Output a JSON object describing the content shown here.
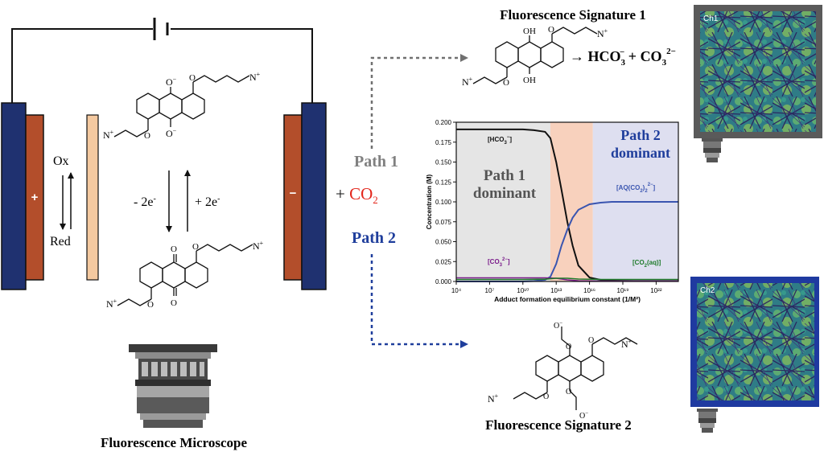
{
  "colors": {
    "electrode_navy": "#1f3170",
    "electrode_copper": "#b34e2b",
    "membrane": "#f4c9a0",
    "path1_gray": "#808080",
    "path2_blue": "#1f3e9c",
    "co2_red": "#e3261b",
    "region1_gray": "#e5e5e5",
    "region_mid_salmon": "#f8d1bd",
    "region2_lavender": "#dedff0",
    "hco3_black": "#111111",
    "aq_co2_blue": "#3a55b0",
    "co3_purple": "#7a1a8a",
    "co2aq_green": "#1e7a2a"
  },
  "cell": {
    "anode_sign": "+",
    "cathode_sign": "−",
    "ox_label": "Ox",
    "red_label": "Red",
    "minus_2e": "- 2e",
    "plus_2e": "+ 2e",
    "electron_superscript": "-",
    "microscope_label": "Fluorescence Microscope"
  },
  "center": {
    "plus_co2_prefix": "+ ",
    "co2_label": "CO",
    "co2_subscript": "2",
    "path1_label": "Path 1",
    "path2_label": "Path 2"
  },
  "signature1": {
    "title": "Fluorescence Signature 1",
    "arrow": "→",
    "product_hco3": "HCO",
    "hco3_sub": "3",
    "hco3_sup": "−",
    "plus": " + ",
    "product_co3": "CO",
    "co3_sub": "3",
    "co3_sup": "2−",
    "oh_top": "OH",
    "oh_bottom": "OH"
  },
  "signature2": {
    "title": "Fluorescence Signature 2",
    "o_label": "O"
  },
  "molecules": {
    "o_minus": "O",
    "o_minus_sup": "−",
    "n_plus": "N",
    "n_plus_sup": "+",
    "o": "O",
    "carbonyl_o": "O"
  },
  "images": {
    "ch1_label": "Ch1",
    "ch2_label": "Ch2"
  },
  "chart_data": {
    "type": "line",
    "x_scale": "log",
    "xlabel": "Adduct formation equilibrium constant (1/M²)",
    "ylabel": "Concentration (M)",
    "xlim": [
      10000.0,
      1e+24
    ],
    "ylim": [
      0,
      0.2
    ],
    "x_tick_labels": [
      "10⁴",
      "10⁷",
      "10¹⁰",
      "10¹³",
      "10¹⁶",
      "10¹⁹",
      "10²²"
    ],
    "x_tick_exponents": [
      4,
      7,
      10,
      13,
      16,
      19,
      22
    ],
    "y_ticks": [
      "0.000",
      "0.025",
      "0.050",
      "0.075",
      "0.100",
      "0.125",
      "0.150",
      "0.175",
      "0.200"
    ],
    "y_tick_values": [
      0,
      0.025,
      0.05,
      0.075,
      0.1,
      0.125,
      0.15,
      0.175,
      0.2
    ],
    "regions": [
      {
        "label_line1": "Path 1",
        "label_line2": "dominant",
        "x_from": 10000.0,
        "x_to": 3000000000000.0
      },
      {
        "label_line1": "",
        "label_line2": "",
        "x_from": 3000000000000.0,
        "x_to": 2e+16
      },
      {
        "label_line1": "Path 2",
        "label_line2": "dominant",
        "x_from": 2e+16,
        "x_to": 1e+24
      }
    ],
    "series": [
      {
        "name": "[HCO₃⁻]",
        "x": [
          10000.0,
          1000000.0,
          100000000.0,
          10000000000.0,
          100000000000.0,
          1000000000000.0,
          3000000000000.0,
          10000000000000.0,
          30000000000000.0,
          100000000000000.0,
          300000000000000.0,
          1000000000000000.0,
          1e+16,
          1e+17,
          1e+18,
          1e+20,
          1e+24
        ],
        "y": [
          0.191,
          0.191,
          0.191,
          0.191,
          0.19,
          0.188,
          0.18,
          0.15,
          0.115,
          0.075,
          0.045,
          0.02,
          0.005,
          0.002,
          0.001,
          0.0005,
          0.0005
        ]
      },
      {
        "name": "[AQ(CO₂)₂²⁻]",
        "x": [
          10000.0,
          100000000.0,
          10000000000.0,
          100000000000.0,
          1000000000000.0,
          3000000000000.0,
          10000000000000.0,
          30000000000000.0,
          100000000000000.0,
          300000000000000.0,
          1000000000000000.0,
          1e+16,
          1e+17,
          1e+18,
          1e+20,
          1e+24
        ],
        "y": [
          0.0,
          0.0,
          0.0,
          0.0005,
          0.002,
          0.006,
          0.022,
          0.045,
          0.065,
          0.08,
          0.09,
          0.097,
          0.099,
          0.1,
          0.1,
          0.1
        ]
      },
      {
        "name": "[CO₃²⁻]",
        "x": [
          10000.0,
          10000000000.0,
          1000000000000.0,
          10000000000000.0,
          100000000000000.0,
          1000000000000000.0,
          1e+17,
          1e+24
        ],
        "y": [
          0.0045,
          0.0045,
          0.0045,
          0.004,
          0.002,
          0.0008,
          0.0005,
          0.0005
        ]
      },
      {
        "name": "[CO₂(aq)]",
        "x": [
          10000.0,
          10000000000.0,
          1000000000000.0,
          10000000000000.0,
          100000000000000.0,
          1000000000000000.0,
          1e+17,
          1e+24
        ],
        "y": [
          0.0025,
          0.0025,
          0.0028,
          0.004,
          0.004,
          0.003,
          0.0025,
          0.0025
        ]
      }
    ],
    "labels": {
      "hco3": "[HCO",
      "hco3_sub": "3",
      "hco3_sup": "−",
      "aq": "[AQ(CO",
      "aq_sub": "2",
      "aq_sup": "2−",
      "aq_close": ")",
      "co3": "[CO",
      "co3_sub": "3",
      "co3_sup": "2−",
      "co2aq": "[CO",
      "co2aq_sub": "2",
      "co2aq_tail": "(aq)]",
      "close_bracket": "]"
    }
  }
}
